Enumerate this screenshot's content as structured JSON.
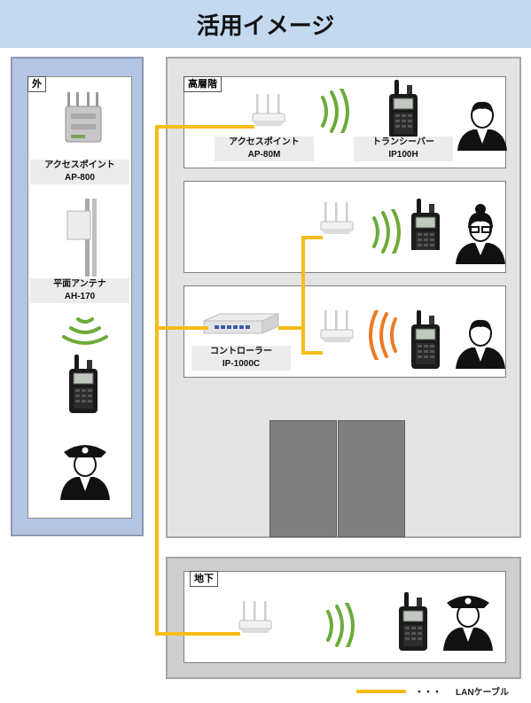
{
  "title": "活用イメージ",
  "outdoor": {
    "tag": "外",
    "ap_name": "アクセスポイント",
    "ap_model": "AP-800",
    "antenna_name": "平面アンテナ",
    "antenna_model": "AH-170"
  },
  "floor_top": {
    "tag": "高層階",
    "ap_name": "アクセスポイント",
    "ap_model": "AP-80M",
    "radio_name": "トランシーバー",
    "radio_model": "IP100H"
  },
  "floor_ctrl": {
    "controller_name": "コントローラー",
    "controller_model": "IP-1000C"
  },
  "basement": {
    "tag": "地下"
  },
  "legend": {
    "dots": "・・・",
    "text": "LANケーブル"
  },
  "colors": {
    "lan": "#f6bd19",
    "signal_green": "#6cab3a",
    "signal_orange": "#ec7a23",
    "header_bg": "#c2d9ef"
  }
}
